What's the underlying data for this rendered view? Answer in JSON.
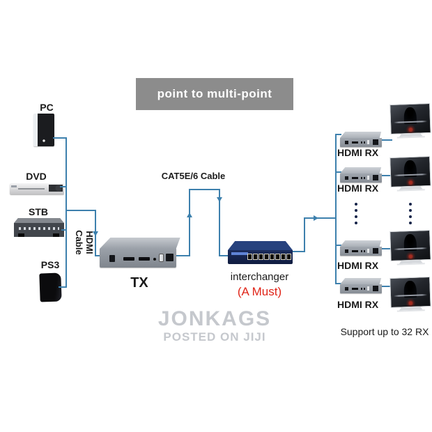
{
  "banner": {
    "label": "point to multi-point"
  },
  "sources": {
    "items": [
      {
        "label": "PC"
      },
      {
        "label": "DVD"
      },
      {
        "label": "STB"
      },
      {
        "label": "PS3"
      }
    ]
  },
  "cables": {
    "hdmi_label": "HDMI Cable",
    "cat_label": "CAT5E/6 Cable"
  },
  "transmitter": {
    "label": "TX"
  },
  "switch": {
    "label": "interchanger",
    "note": "(A Must)",
    "port_count": 8
  },
  "receivers": {
    "units": [
      {
        "label": "HDMI RX"
      },
      {
        "label": "HDMI RX"
      },
      {
        "label": "HDMI RX"
      },
      {
        "label": "HDMI RX"
      }
    ],
    "support_note": "Support up to 32 RX"
  },
  "watermark": {
    "line1": "JONKAGS",
    "line2": "POSTED ON JIJI"
  },
  "colors": {
    "line": "#3d80ad",
    "banner_bg": "#8c8c8c",
    "banner_text": "#ffffff",
    "note_red": "#e02418",
    "watermark": "#c5c8cd",
    "label_black": "#1a1a1a"
  }
}
